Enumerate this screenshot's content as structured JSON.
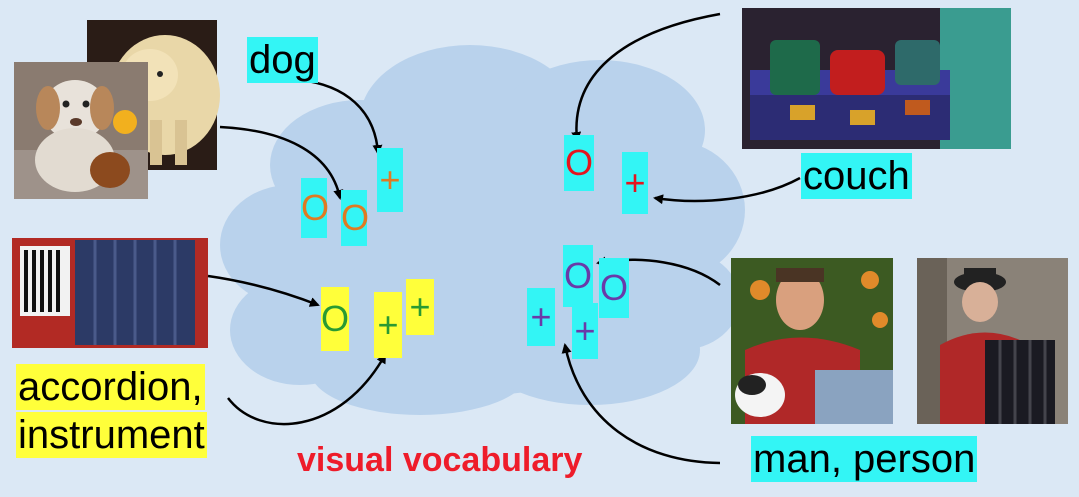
{
  "labels": {
    "dog": "dog",
    "couch": "couch",
    "accordion_line1": "accordion,",
    "accordion_line2": "instrument",
    "man_person": "man, person"
  },
  "title": "visual vocabulary",
  "tokens": [
    {
      "id": "dog-o1",
      "glyph": "O",
      "color": "#e07a22",
      "bg": "#33f5f5"
    },
    {
      "id": "dog-o2",
      "glyph": "O",
      "color": "#e07a22",
      "bg": "#33f5f5"
    },
    {
      "id": "dog-plus",
      "glyph": "+",
      "color": "#e07a22",
      "bg": "#33f5f5"
    },
    {
      "id": "couch-o",
      "glyph": "O",
      "color": "#e5141e",
      "bg": "#33f5f5"
    },
    {
      "id": "couch-plus",
      "glyph": "+",
      "color": "#e5141e",
      "bg": "#33f5f5"
    },
    {
      "id": "acc-o",
      "glyph": "O",
      "color": "#2a9a32",
      "bg": "#ffff3a"
    },
    {
      "id": "acc-plus1",
      "glyph": "+",
      "color": "#2a9a32",
      "bg": "#ffff3a"
    },
    {
      "id": "acc-plus2",
      "glyph": "+",
      "color": "#2a9a32",
      "bg": "#ffff3a"
    },
    {
      "id": "man-o1",
      "glyph": "O",
      "color": "#6a3aa8",
      "bg": "#33f5f5"
    },
    {
      "id": "man-o2",
      "glyph": "O",
      "color": "#6a3aa8",
      "bg": "#33f5f5"
    },
    {
      "id": "man-plus1",
      "glyph": "+",
      "color": "#6a3aa8",
      "bg": "#33f5f5"
    },
    {
      "id": "man-plus2",
      "glyph": "+",
      "color": "#6a3aa8",
      "bg": "#33f5f5"
    }
  ],
  "photos": [
    {
      "id": "dog-photo-back",
      "subject": "long-haired dog"
    },
    {
      "id": "dog-photo-front",
      "subject": "dog holding flower"
    },
    {
      "id": "couch-photo",
      "subject": "patterned couch with cushions"
    },
    {
      "id": "accordion-photo",
      "subject": "accordion close-up"
    },
    {
      "id": "man-laptop-photo",
      "subject": "man with laptop and cat"
    },
    {
      "id": "man-accordion-photo",
      "subject": "man with hat playing accordion"
    }
  ],
  "colors": {
    "background": "#dbe8f5",
    "cloud": "#b9d2ec",
    "cyan_highlight": "#33f5f5",
    "yellow_highlight": "#ffff3a",
    "title": "#ee1c2a"
  }
}
